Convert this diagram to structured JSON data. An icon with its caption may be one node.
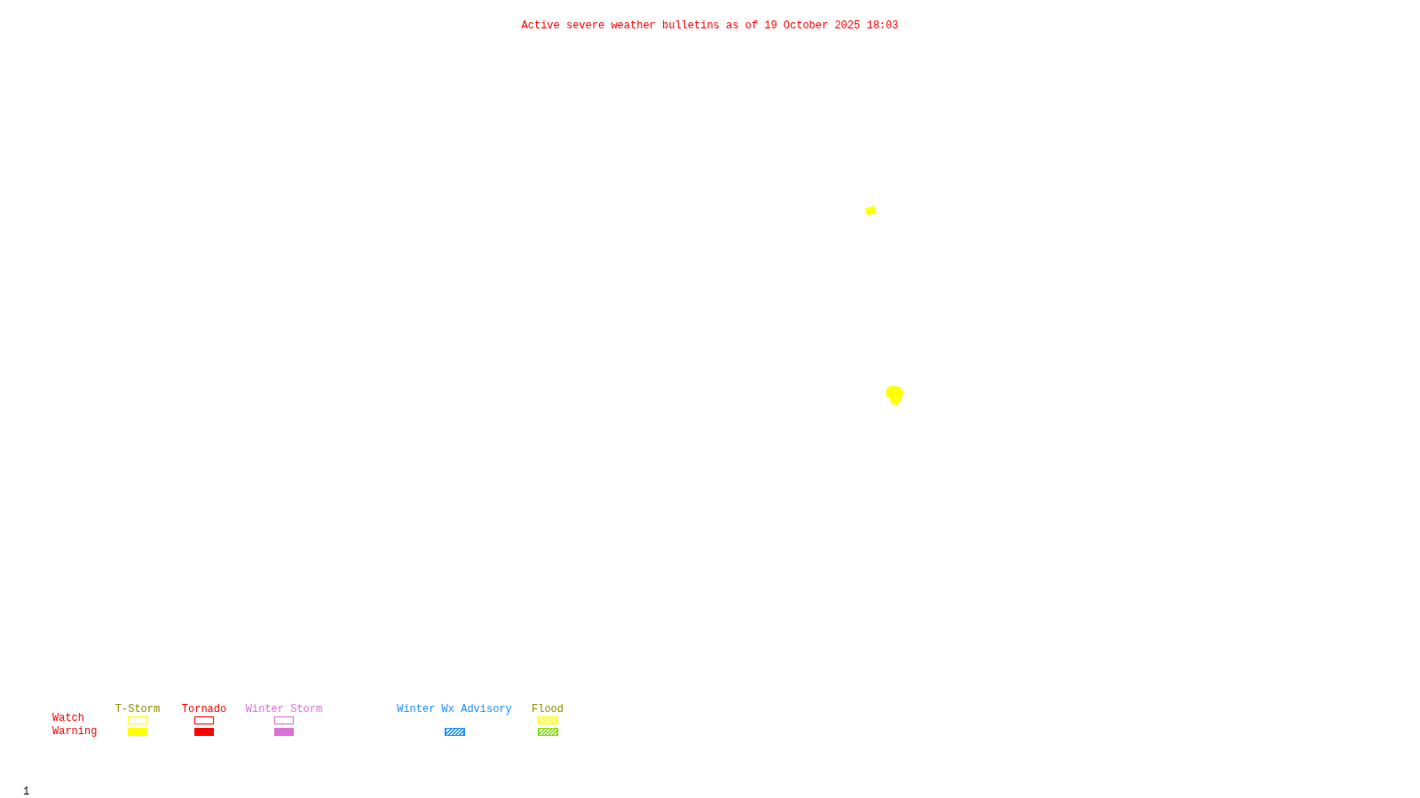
{
  "diagram": {
    "title": "Active severe weather bulletins as of 19 October 2025 18:03",
    "labels": [
      "Watch",
      "Warning",
      "1"
    ],
    "legend": [
      {
        "text": "T-Storm",
        "color": "#ffff00"
      },
      {
        "text": "Tornado",
        "color": "#ff0000"
      },
      {
        "text": "Winter Storm",
        "color": "#da70d6"
      },
      {
        "text": "Winter Wx Advisory",
        "color": "#1e90ff"
      },
      {
        "text": "Flood",
        "color": "#ffff00"
      }
    ]
  }
}
